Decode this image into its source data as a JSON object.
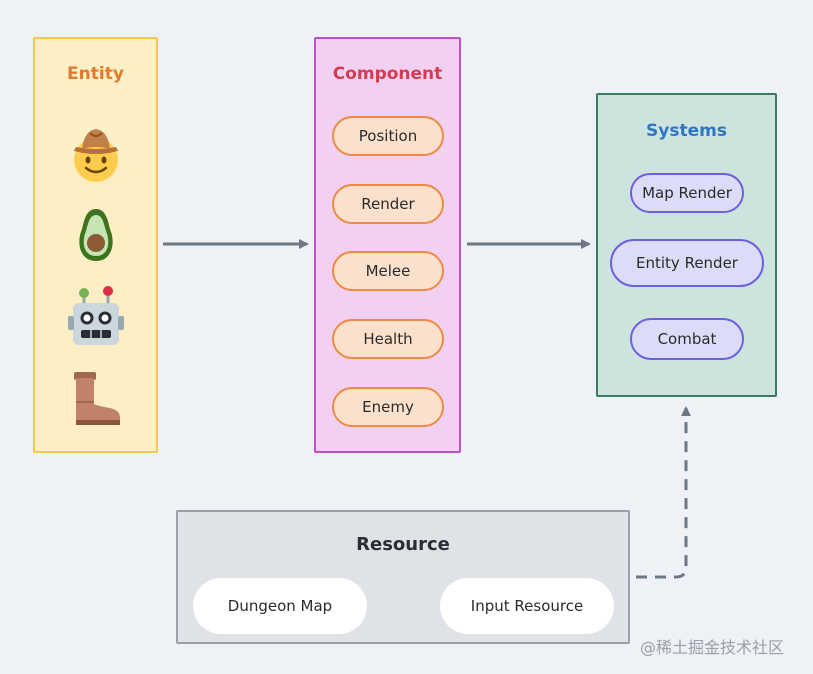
{
  "entity": {
    "title": "Entity",
    "icons": [
      "cowboy-face-icon",
      "avocado-icon",
      "robot-icon",
      "boot-icon"
    ]
  },
  "component": {
    "title": "Component",
    "items": [
      "Position",
      "Render",
      "Melee",
      "Health",
      "Enemy"
    ]
  },
  "systems": {
    "title": "Systems",
    "items": [
      "Map Render",
      "Entity Render",
      "Combat"
    ]
  },
  "resource": {
    "title": "Resource",
    "items": [
      "Dungeon Map",
      "Input Resource"
    ]
  },
  "watermark": "@稀土掘金技术社区",
  "colors": {
    "background": "#eef1f5",
    "entity_fill": "#fcefc5",
    "entity_border": "#f2c94c",
    "component_fill": "#f2d0f2",
    "component_border": "#c04fcf",
    "systems_fill": "#cde3dd",
    "systems_border": "#3b7a63",
    "resource_fill": "#dfe2e6",
    "arrow": "#6e7784"
  }
}
